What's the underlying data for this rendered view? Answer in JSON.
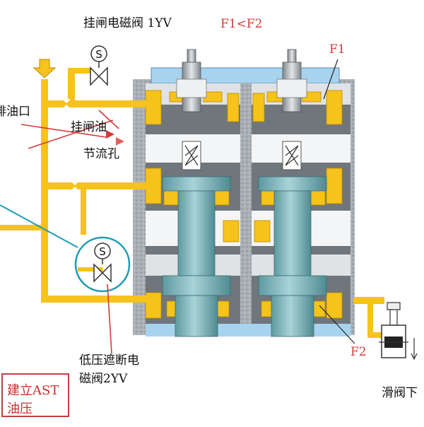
{
  "labels": {
    "trip_solenoid": "挂闸电磁阀 1YV",
    "force_relation": "F1<F2",
    "f1": "F1",
    "f2": "F2",
    "drain_port": "排油口",
    "trip_oil": "挂闸油",
    "orifice": "节流孔",
    "lp_solenoid_line1": "低压遮断电",
    "lp_solenoid_line2": "磁阀2YV",
    "ast_line1": "建立AST",
    "ast_line2": "油压",
    "slide_valve": "滑阀下"
  },
  "symbols": {
    "solenoid_1yv": "S",
    "solenoid_2yv": "S"
  },
  "colors": {
    "oil": "#f6c21c",
    "body_gray": "#c8ccd0",
    "body_dark": "#8f969c",
    "piston": "#6fa7ad",
    "cap_blue": "#9ccaea",
    "annotation_red": "#d23a3a",
    "highlight_cyan": "#1e9bb4"
  }
}
